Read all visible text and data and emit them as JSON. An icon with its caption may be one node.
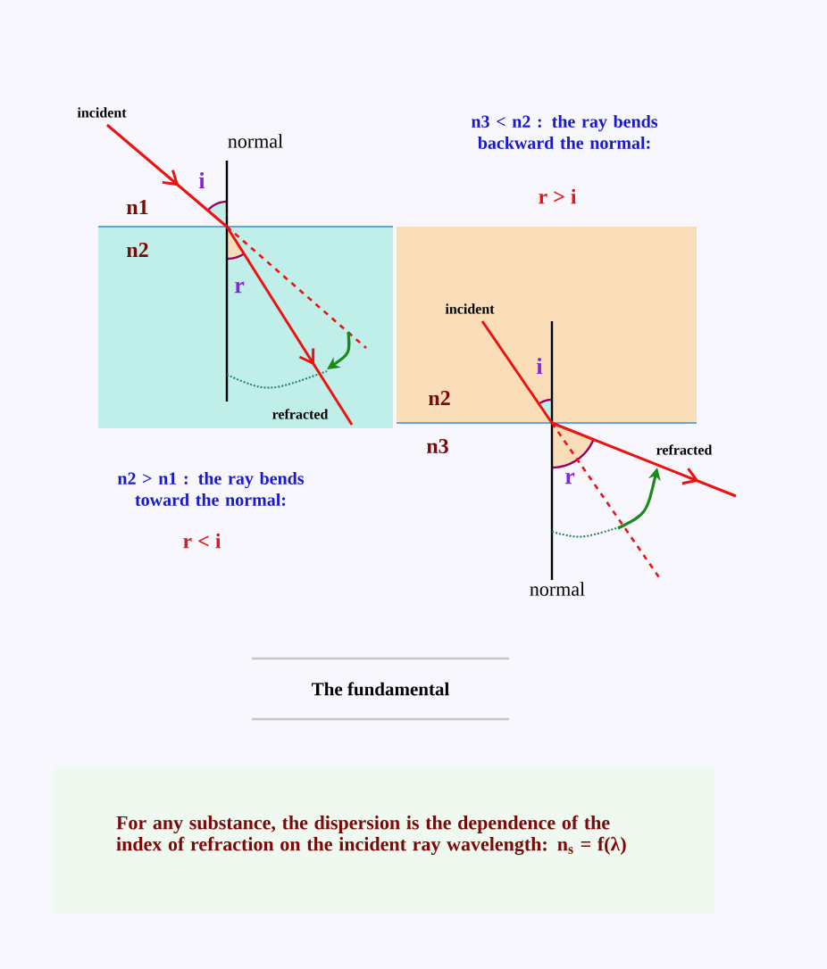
{
  "diagram": {
    "nodes": [
      {
        "text": [
          "n2",
          "r",
          "refracted"
        ]
      },
      {
        "text": [
          "incident",
          "i",
          "n2"
        ]
      },
      {
        "text": [
          "For any substance, the dispersion is the dependence of the index of refraction on the incident ray wavelength: n$_{s}$ = f(λ)"
        ]
      }
    ],
    "labels": [
      "incident",
      "normal",
      "i",
      "n1",
      "n3 < n2 : the ray bends backward the normal:",
      "r > i",
      "n3",
      "r",
      "refracted",
      "n2 > n1 : the ray bends toward the normal:",
      "r < i",
      "normal",
      "The fundamental"
    ]
  }
}
